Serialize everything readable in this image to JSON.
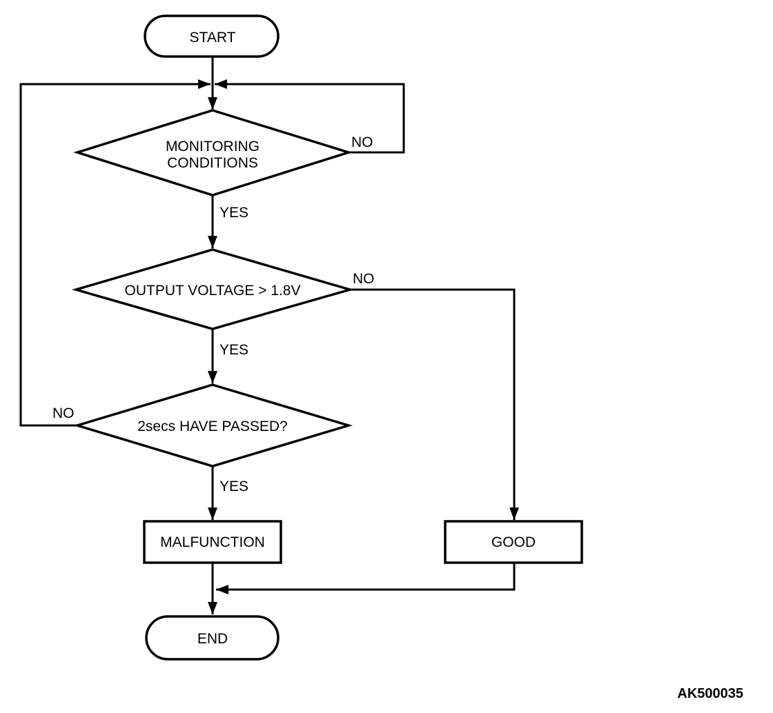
{
  "figure_label": "AK500035",
  "colors": {
    "stroke": "#000000",
    "background": "#ffffff",
    "text": "#000000"
  },
  "nodes": {
    "start": {
      "label": "START"
    },
    "monitoring_conditions": {
      "label_line1": "MONITORING",
      "label_line2": "CONDITIONS"
    },
    "output_voltage": {
      "label": "OUTPUT VOLTAGE > 1.8V"
    },
    "secs_passed": {
      "label": "2secs HAVE PASSED?"
    },
    "malfunction": {
      "label": "MALFUNCTION"
    },
    "good": {
      "label": "GOOD"
    },
    "end": {
      "label": "END"
    }
  },
  "edges": {
    "monitoring_no": {
      "label": "NO"
    },
    "monitoring_yes": {
      "label": "YES"
    },
    "voltage_no": {
      "label": "NO"
    },
    "voltage_yes": {
      "label": "YES"
    },
    "passed_no": {
      "label": "NO"
    },
    "passed_yes": {
      "label": "YES"
    }
  }
}
